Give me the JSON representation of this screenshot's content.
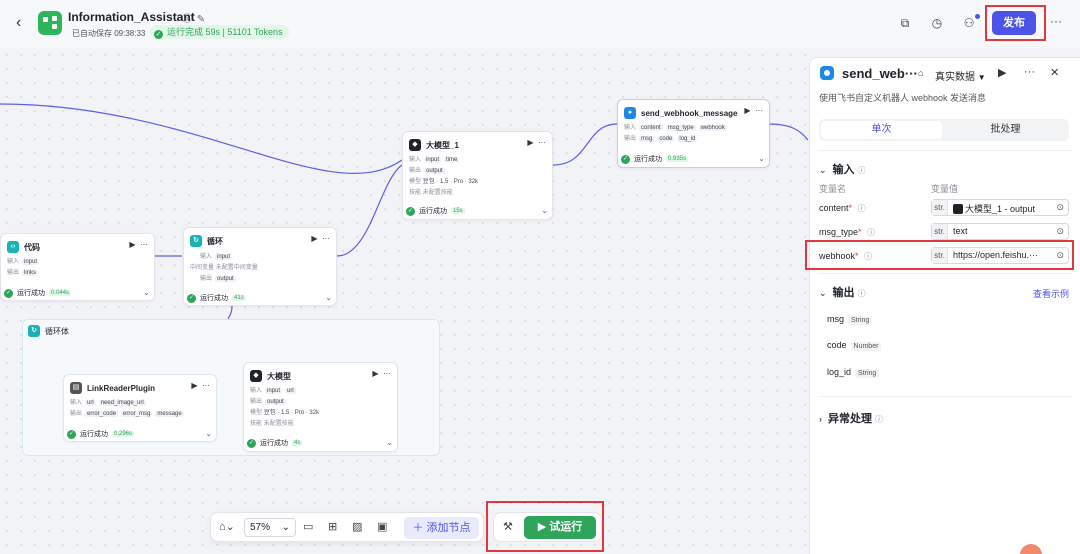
{
  "topbar": {
    "title": "Information_Assistant",
    "autosave": "已自动保存 09:38:33",
    "run_status": "运行完成 59s | 51101 Tokens",
    "publish_label": "发布"
  },
  "canvas": {
    "nodes": {
      "llm1": {
        "title": "大模型_1",
        "in_label": "输入",
        "in1": "input",
        "in2": "time",
        "out_label": "输出",
        "out1": "output",
        "model_label": "模型",
        "model": "豆包 · 1.5 · Pro · 32k",
        "skill_label": "技能",
        "skill": "未配置技能",
        "status": "运行成功",
        "time": "15s"
      },
      "webhook": {
        "title": "send_webhook_message",
        "in_label": "输入",
        "in1": "content",
        "in2": "msg_type",
        "in3": "webhook",
        "out_label": "输出",
        "out1": "msg",
        "out2": "code",
        "out3": "log_id",
        "status": "运行成功",
        "time": "0.935s"
      },
      "code": {
        "title": "代码",
        "in_label": "输入",
        "in1": "input",
        "out_label": "输出",
        "out1": "links",
        "status": "运行成功",
        "time": "0.044s"
      },
      "loop": {
        "title": "循环",
        "in_label": "输入",
        "in1": "input",
        "var_label": "中间变量",
        "var": "未配置中间变量",
        "out_label": "输出",
        "out1": "output",
        "status": "运行成功",
        "time": "41s"
      },
      "loop_body": {
        "title": "循环体"
      },
      "link_reader": {
        "title": "LinkReaderPlugin",
        "in_label": "输入",
        "in1": "url",
        "in2": "need_image_url",
        "out_label": "输出",
        "out1": "error_code",
        "out2": "error_msg",
        "out3": "message",
        "status": "运行成功",
        "time": "0.296s"
      },
      "llm2": {
        "title": "大模型",
        "in_label": "输入",
        "in1": "input",
        "in2": "url",
        "out_label": "输出",
        "out1": "output",
        "model_label": "模型",
        "model": "豆包 · 1.5 · Pro · 32k",
        "skill_label": "技能",
        "skill": "未配置技能",
        "status": "运行成功",
        "time": "4s"
      }
    }
  },
  "toolbar": {
    "zoom": "57%",
    "add_node": "添加节点",
    "trial_run": "试运行"
  },
  "panel": {
    "title": "send_web···",
    "mode": "真实数据",
    "description": "使用飞书自定义机器人 webhook 发送消息",
    "tabs": [
      "单次",
      "批处理"
    ],
    "input_section": "输入",
    "col_name": "变量名",
    "col_value": "变量值",
    "inputs": [
      {
        "name": "content",
        "type": "str.",
        "value": "大模型_1 - output"
      },
      {
        "name": "msg_type",
        "type": "str.",
        "value": "text"
      },
      {
        "name": "webhook",
        "type": "str.",
        "value": "https://open.feishu.···"
      }
    ],
    "output_section": "输出",
    "view_example": "查看示例",
    "outputs": [
      {
        "name": "msg",
        "type": "String"
      },
      {
        "name": "code",
        "type": "Number"
      },
      {
        "name": "log_id",
        "type": "String"
      }
    ],
    "error_section": "异常处理"
  }
}
